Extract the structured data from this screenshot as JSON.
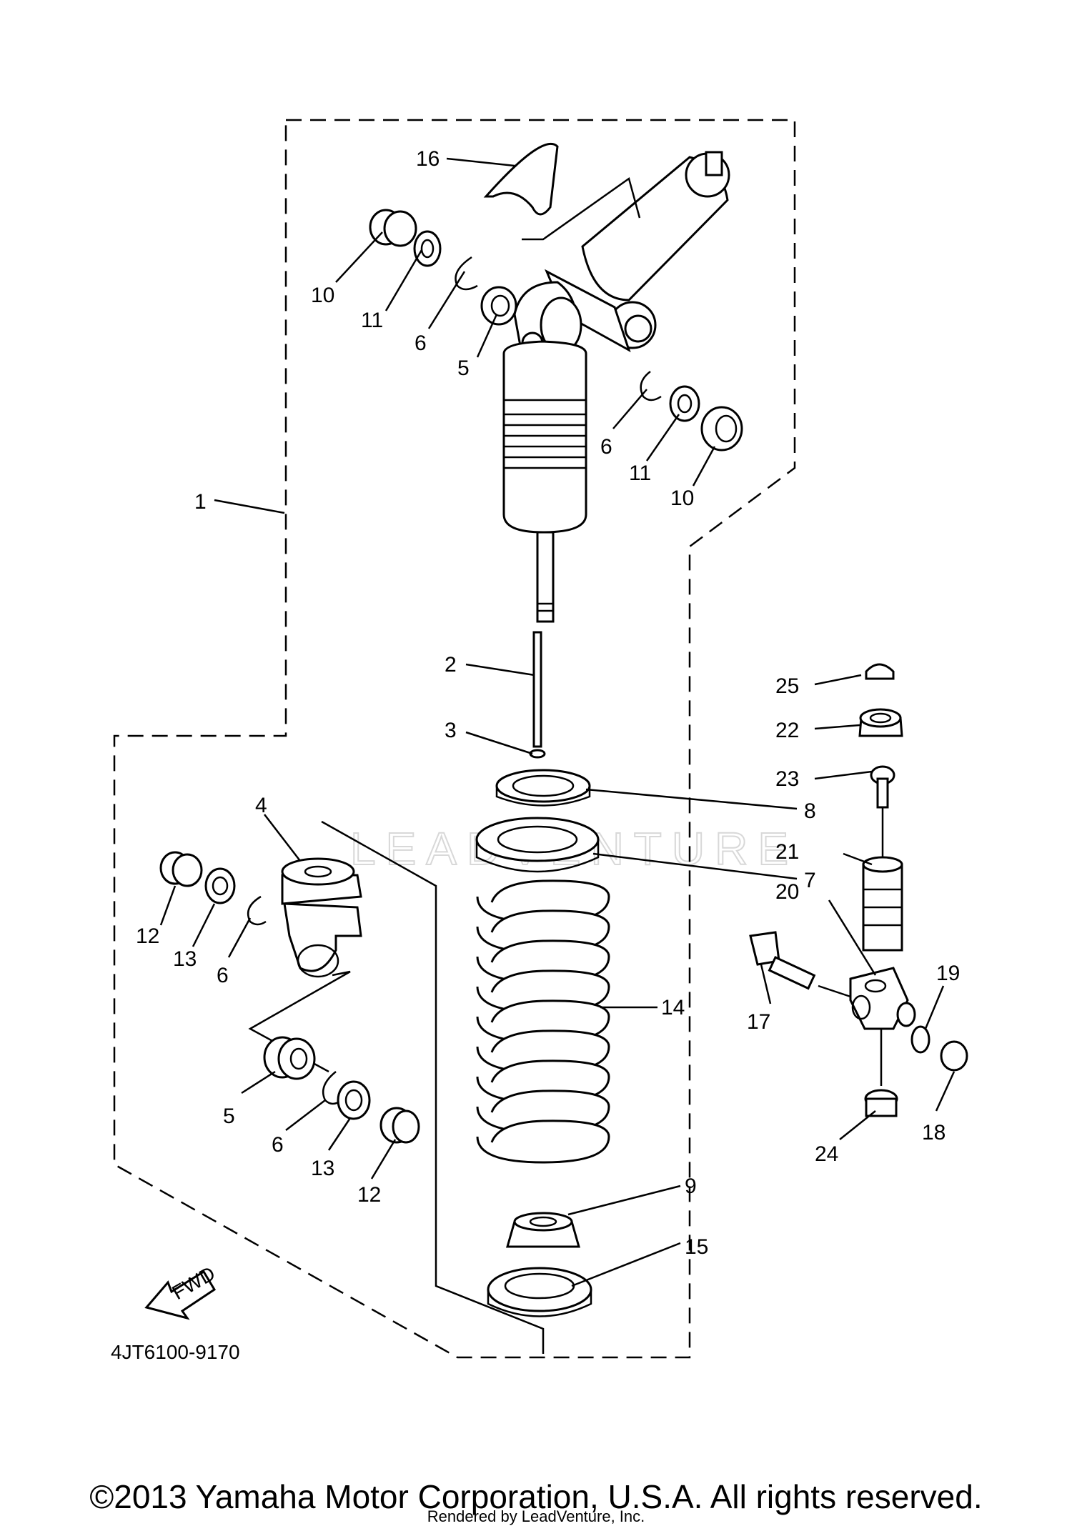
{
  "diagram": {
    "diagram_code": "4JT6100-9170",
    "fwd_label": "FWD",
    "watermark": "LEADVENTURE",
    "copyright": "©2013 Yamaha Motor Corporation, U.S.A. All rights reserved.",
    "rendered_by": "Rendered by LeadVenture, Inc.",
    "callouts": [
      "16",
      "10",
      "11",
      "6",
      "5",
      "6",
      "11",
      "10",
      "1",
      "2",
      "3",
      "8",
      "7",
      "4",
      "12",
      "13",
      "6",
      "14",
      "5",
      "6",
      "13",
      "12",
      "9",
      "15",
      "25",
      "22",
      "23",
      "21",
      "20",
      "19",
      "17",
      "18",
      "24"
    ]
  }
}
